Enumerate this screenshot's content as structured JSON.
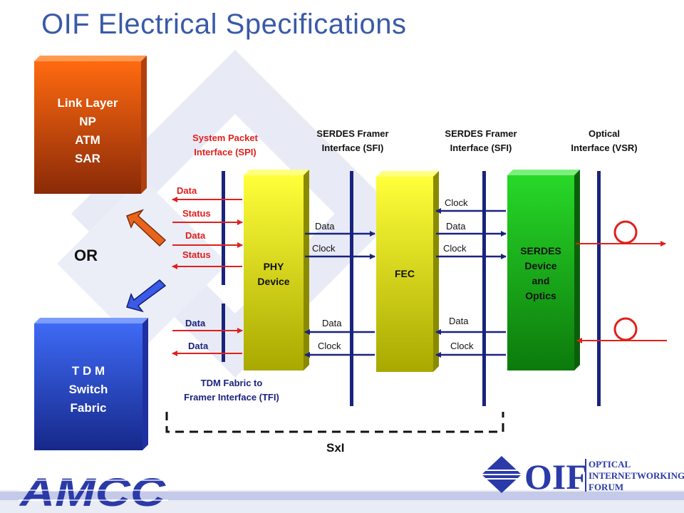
{
  "title": "OIF Electrical Specifications",
  "colors": {
    "title": "#3a5aa8",
    "red": "#e0201c",
    "navy": "#1a237e",
    "orange": "#e66414",
    "blue": "#2f5de0",
    "yellow": "#e6e600",
    "green": "#18b418"
  },
  "blocks": {
    "link_layer": [
      "Link Layer",
      "NP",
      "ATM",
      "SAR"
    ],
    "or": "OR",
    "tdm": [
      "T D M",
      "Switch",
      "Fabric"
    ],
    "phy": [
      "PHY",
      "Device"
    ],
    "fec": "FEC",
    "serdes": [
      "SERDES",
      "Device",
      "and",
      "Optics"
    ]
  },
  "interfaces": {
    "spi": [
      "System Packet",
      "Interface (SPI)"
    ],
    "sfi1": [
      "SERDES Framer",
      "Interface (SFI)"
    ],
    "sfi2": [
      "SERDES Framer",
      "Interface (SFI)"
    ],
    "vsr": [
      "Optical",
      "Interface (VSR)"
    ],
    "tfi": [
      "TDM Fabric to",
      "Framer Interface (TFI)"
    ],
    "sxi": "SxI"
  },
  "signals": {
    "spi": [
      "Data",
      "Status",
      "Data",
      "Status"
    ],
    "tfi": [
      "Data",
      "Data"
    ],
    "phy_fec_top": [
      "Data",
      "Clock"
    ],
    "phy_fec_bottom": [
      "Data",
      "Clock"
    ],
    "fec_serdes_top": [
      "Clock",
      "Data",
      "Clock"
    ],
    "fec_serdes_bottom": [
      "Data",
      "Clock"
    ]
  },
  "logos": {
    "amcc": "AMCC",
    "oif": "OIF",
    "oif_full": [
      "OPTICAL",
      "INTERNETWORKING",
      "FORUM"
    ]
  }
}
